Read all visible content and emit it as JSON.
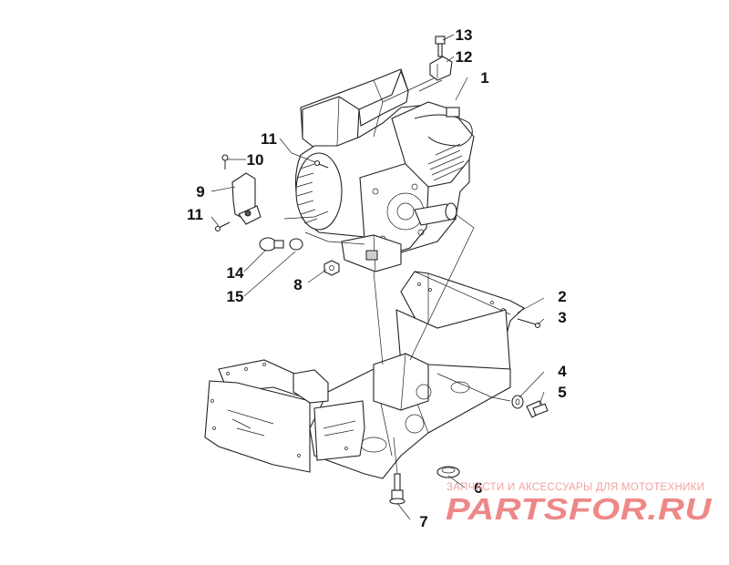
{
  "diagram": {
    "callouts": [
      {
        "id": "13",
        "label": "13"
      },
      {
        "id": "12",
        "label": "12"
      },
      {
        "id": "1",
        "label": "1"
      },
      {
        "id": "11a",
        "label": "11"
      },
      {
        "id": "10",
        "label": "10"
      },
      {
        "id": "9",
        "label": "9"
      },
      {
        "id": "11b",
        "label": "11"
      },
      {
        "id": "14",
        "label": "14"
      },
      {
        "id": "15",
        "label": "15"
      },
      {
        "id": "8",
        "label": "8"
      },
      {
        "id": "2",
        "label": "2"
      },
      {
        "id": "3",
        "label": "3"
      },
      {
        "id": "4",
        "label": "4"
      },
      {
        "id": "5",
        "label": "5"
      },
      {
        "id": "6",
        "label": "6"
      },
      {
        "id": "7",
        "label": "7"
      }
    ]
  },
  "watermark": {
    "tagline": "ЗАПЧАСТИ И АКСЕССУАРЫ ДЛЯ МОТОТЕХНИКИ",
    "logo": "PARTSFOR.RU"
  }
}
